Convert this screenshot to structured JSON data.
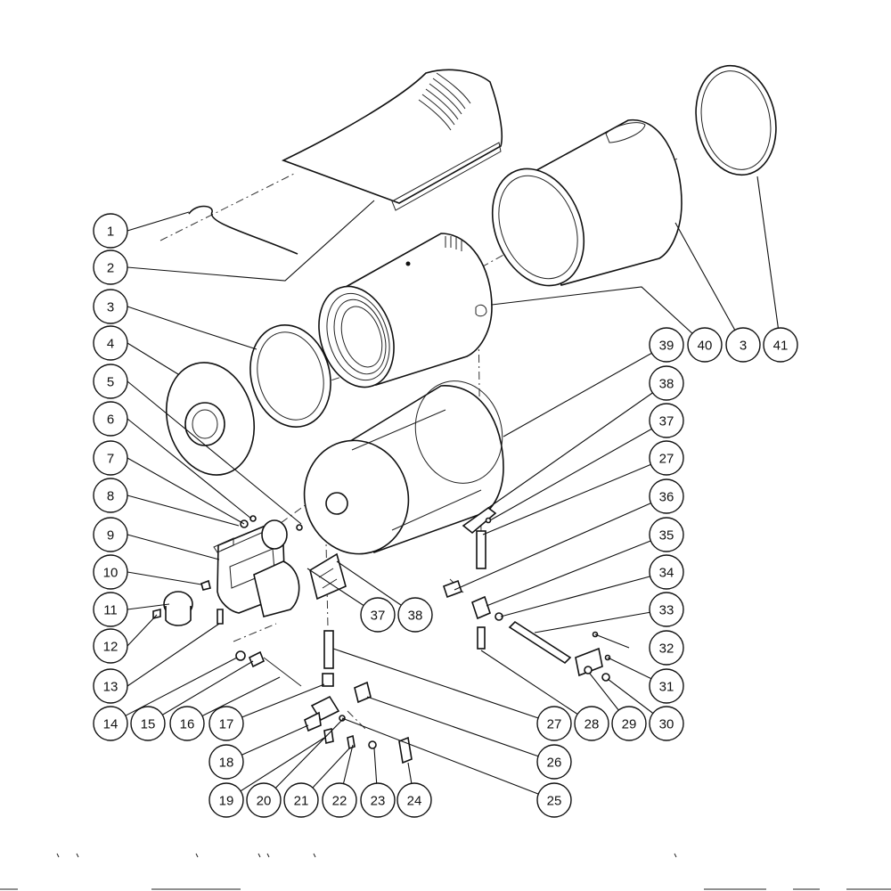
{
  "callouts": [
    {
      "id": "c1",
      "label": "1"
    },
    {
      "id": "c2",
      "label": "2"
    },
    {
      "id": "c3a",
      "label": "3"
    },
    {
      "id": "c4",
      "label": "4"
    },
    {
      "id": "c5",
      "label": "5"
    },
    {
      "id": "c6",
      "label": "6"
    },
    {
      "id": "c7",
      "label": "7"
    },
    {
      "id": "c8",
      "label": "8"
    },
    {
      "id": "c9",
      "label": "9"
    },
    {
      "id": "c10",
      "label": "10"
    },
    {
      "id": "c11",
      "label": "11"
    },
    {
      "id": "c12",
      "label": "12"
    },
    {
      "id": "c13",
      "label": "13"
    },
    {
      "id": "c14",
      "label": "14"
    },
    {
      "id": "c15",
      "label": "15"
    },
    {
      "id": "c16",
      "label": "16"
    },
    {
      "id": "c17",
      "label": "17"
    },
    {
      "id": "c18",
      "label": "18"
    },
    {
      "id": "c19",
      "label": "19"
    },
    {
      "id": "c20",
      "label": "20"
    },
    {
      "id": "c21",
      "label": "21"
    },
    {
      "id": "c22",
      "label": "22"
    },
    {
      "id": "c23",
      "label": "23"
    },
    {
      "id": "c24",
      "label": "24"
    },
    {
      "id": "c25",
      "label": "25"
    },
    {
      "id": "c26",
      "label": "26"
    },
    {
      "id": "c27a",
      "label": "27"
    },
    {
      "id": "c28",
      "label": "28"
    },
    {
      "id": "c29",
      "label": "29"
    },
    {
      "id": "c30",
      "label": "30"
    },
    {
      "id": "c31",
      "label": "31"
    },
    {
      "id": "c32",
      "label": "32"
    },
    {
      "id": "c33",
      "label": "33"
    },
    {
      "id": "c34",
      "label": "34"
    },
    {
      "id": "c35",
      "label": "35"
    },
    {
      "id": "c36",
      "label": "36"
    },
    {
      "id": "c27b",
      "label": "27"
    },
    {
      "id": "c37a",
      "label": "37"
    },
    {
      "id": "c38a",
      "label": "38"
    },
    {
      "id": "c39",
      "label": "39"
    },
    {
      "id": "c40",
      "label": "40"
    },
    {
      "id": "c3b",
      "label": "3"
    },
    {
      "id": "c41",
      "label": "41"
    },
    {
      "id": "c37b",
      "label": "37"
    },
    {
      "id": "c38b",
      "label": "38"
    }
  ]
}
